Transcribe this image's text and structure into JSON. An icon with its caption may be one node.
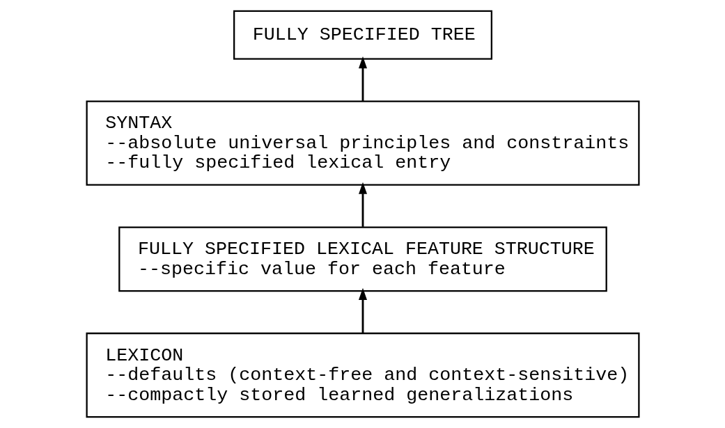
{
  "diagram": {
    "nodes": [
      {
        "text": [
          "FULLY SPECIFIED TREE"
        ]
      },
      {
        "text": [
          "SYNTAX",
          "--absolute universal principles and constraints",
          "--fully specified lexical entry"
        ]
      },
      {
        "text": [
          "FULLY SPECIFIED LEXICAL FEATURE STRUCTURE",
          "--specific value for each feature"
        ]
      },
      {
        "text": [
          "LEXICON",
          "--defaults (context-free and context-sensitive)",
          "--compactly stored learned generalizations"
        ]
      }
    ],
    "edges": [
      {
        "from": 1,
        "to": 0,
        "arrow": "to"
      },
      {
        "from": 2,
        "to": 1,
        "arrow": "to"
      },
      {
        "from": 3,
        "to": 2,
        "arrow": "to"
      }
    ]
  }
}
